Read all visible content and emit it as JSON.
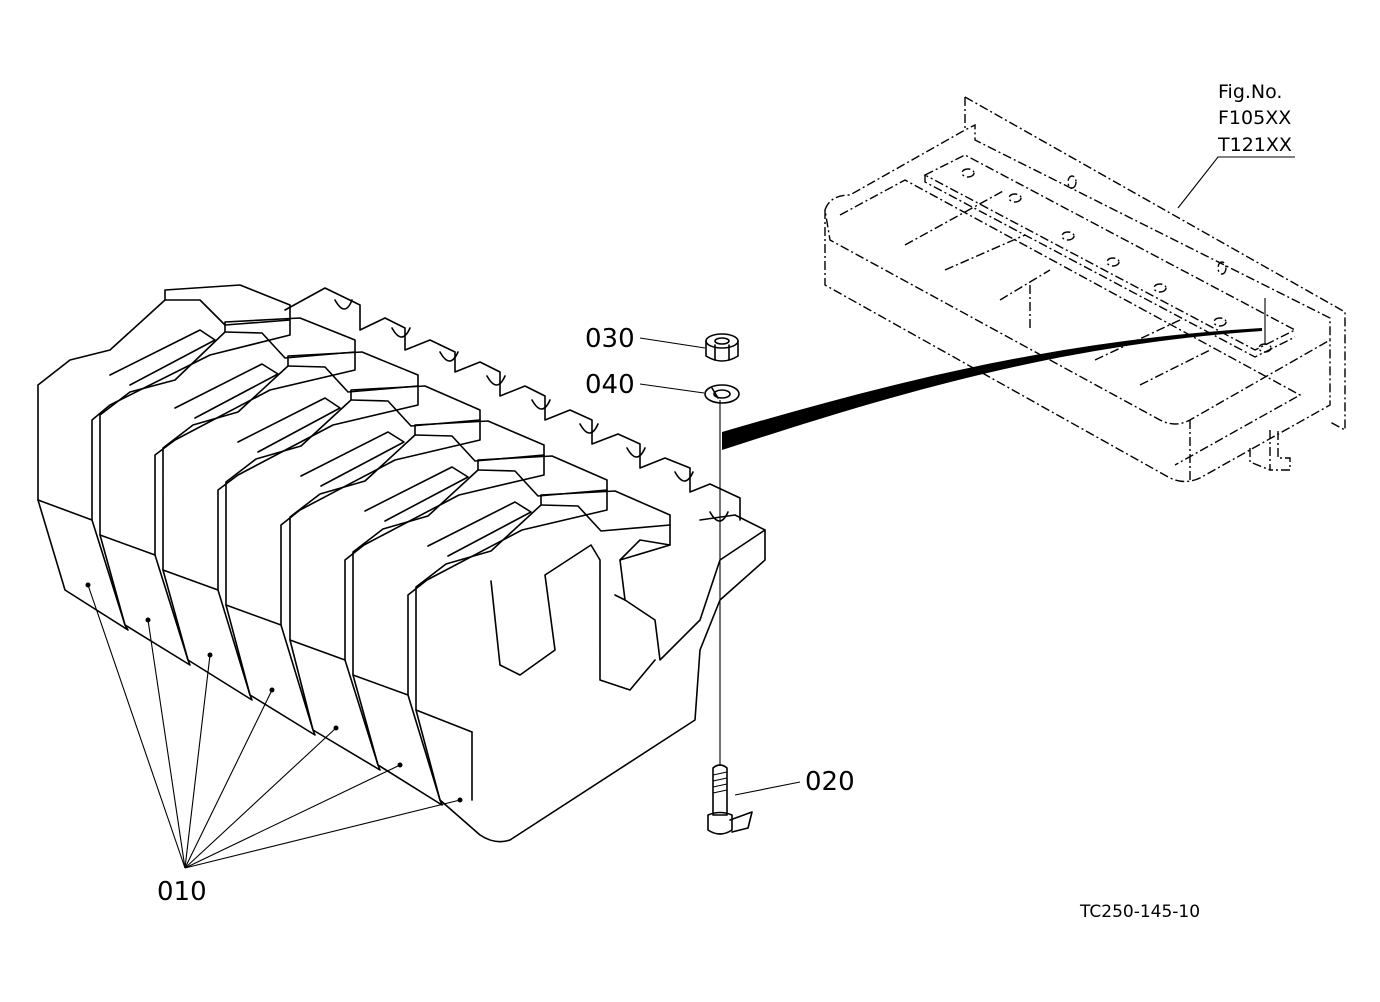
{
  "figure": {
    "fig_header": "Fig.No.",
    "fig_ref_1": "F105XX",
    "fig_ref_2": "T121XX",
    "drawing_code": "TC250-145-10"
  },
  "parts": [
    {
      "id": "p010",
      "label": "010"
    },
    {
      "id": "p020",
      "label": "020"
    },
    {
      "id": "p030",
      "label": "030"
    },
    {
      "id": "p040",
      "label": "040"
    }
  ]
}
